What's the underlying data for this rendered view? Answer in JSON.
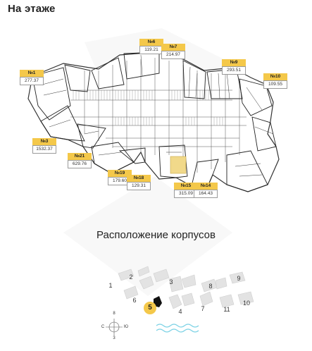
{
  "floor_title": "На этаже",
  "section_title": "Расположение корпусов",
  "units": [
    {
      "num": "№1",
      "area": "277.37"
    },
    {
      "num": "№3",
      "area": "1532.37"
    },
    {
      "num": "№6",
      "area": "119.21"
    },
    {
      "num": "№7",
      "area": "214.97"
    },
    {
      "num": "№9",
      "area": "293.51"
    },
    {
      "num": "№10",
      "area": "109.55"
    },
    {
      "num": "№21",
      "area": "629.76"
    },
    {
      "num": "№19",
      "area": "179.60"
    },
    {
      "num": "№18",
      "area": "129.31"
    },
    {
      "num": "№15",
      "area": "315.09"
    },
    {
      "num": "№14",
      "area": "164.43"
    }
  ],
  "buildings": {
    "labels": [
      "1",
      "2",
      "3",
      "4",
      "5",
      "6",
      "7",
      "8",
      "9",
      "10",
      "11"
    ],
    "current": "5"
  },
  "compass": {
    "north": "8",
    "south": "3",
    "west": "С",
    "east": "Ю"
  },
  "colors": {
    "accent": "#f4c84a",
    "highlight_room": "#f1d98a",
    "building_fill": "#e3e3e3",
    "current_marker": "#111111",
    "water": "#7fd3e6"
  }
}
